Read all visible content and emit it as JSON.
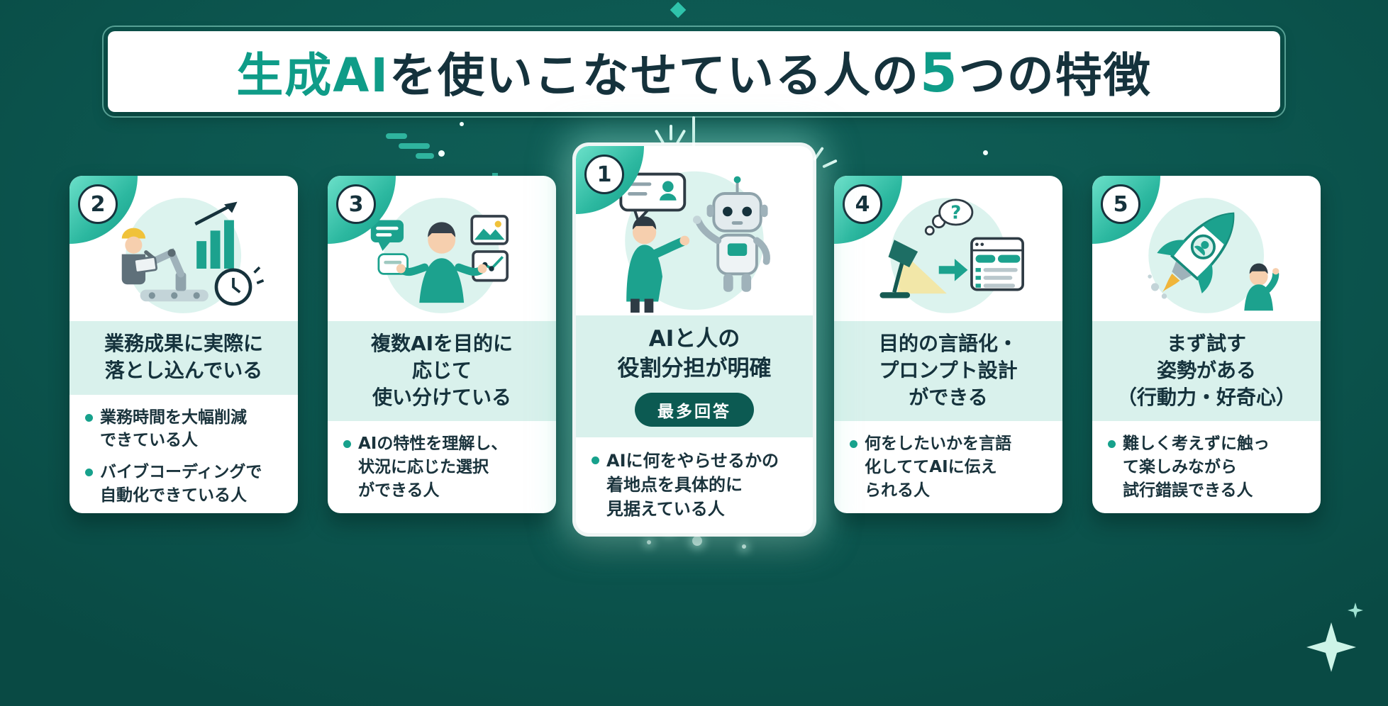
{
  "colors": {
    "background": "#0c564f",
    "accent": "#0f9c88",
    "accent_light": "#6be0c9",
    "mint_band": "#d9f1ec",
    "dark_text": "#15323c",
    "badge_bg": "#0c5a52"
  },
  "banner": {
    "part_genai": "生成AI",
    "part_middle": "を使いこなせている人の",
    "part_number": "5",
    "part_suffix": "つの特徴"
  },
  "cards": [
    {
      "number": "2",
      "illustration": "factory-automation",
      "title": "業務成果に実際に\n落とし込んでいる",
      "bullets": [
        "業務時間を大幅削減\nできている人",
        "バイブコーディングで\n自動化できている人"
      ]
    },
    {
      "number": "3",
      "illustration": "multi-ai-selection",
      "title": "複数AIを目的に\n応じて\n使い分けている",
      "bullets": [
        "AIの特性を理解し、\n状況に応じた選択\nができる人"
      ]
    },
    {
      "number": "1",
      "illustration": "human-robot-dialogue",
      "highlight": true,
      "badge": "最多回答",
      "title": "AIと人の\n役割分担が明確",
      "bullets": [
        "AIに何をやらせるかの\n着地点を具体的に\n見据えている人"
      ]
    },
    {
      "number": "4",
      "illustration": "prompt-design",
      "title": "目的の言語化・\nプロンプト設計\nができる",
      "bullets": [
        "何をしたいかを言語\n化しててAIに伝え\nられる人"
      ]
    },
    {
      "number": "5",
      "illustration": "rocket-trial",
      "title": "まず試す\n姿勢がある\n（行動力・好奇心）",
      "bullets": [
        "難しく考えずに触っ\nて楽しみながら\n試行錯誤できる人"
      ]
    }
  ]
}
